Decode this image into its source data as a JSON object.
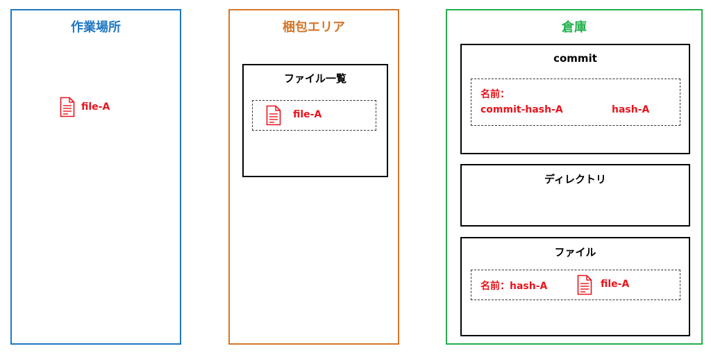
{
  "colors": {
    "workspace": "#1f77c2",
    "staging": "#d4762a",
    "repository": "#22b14c",
    "accent_red": "#e8141b"
  },
  "workspace": {
    "title": "作業場所",
    "file": {
      "icon": "document-icon",
      "name": "file-A"
    }
  },
  "staging": {
    "title": "梱包エリア",
    "file_list": {
      "title": "ファイル一覧",
      "file": {
        "icon": "document-icon",
        "name": "file-A"
      }
    }
  },
  "repository": {
    "title": "倉庫",
    "commit": {
      "title": "commit",
      "name_label": "名前：",
      "name_value": "commit-hash-A",
      "hash": "hash-A"
    },
    "directory": {
      "title": "ディレクトリ"
    },
    "file": {
      "title": "ファイル",
      "name_label": "名前：hash-A",
      "icon": "document-icon",
      "file_name": "file-A"
    }
  }
}
